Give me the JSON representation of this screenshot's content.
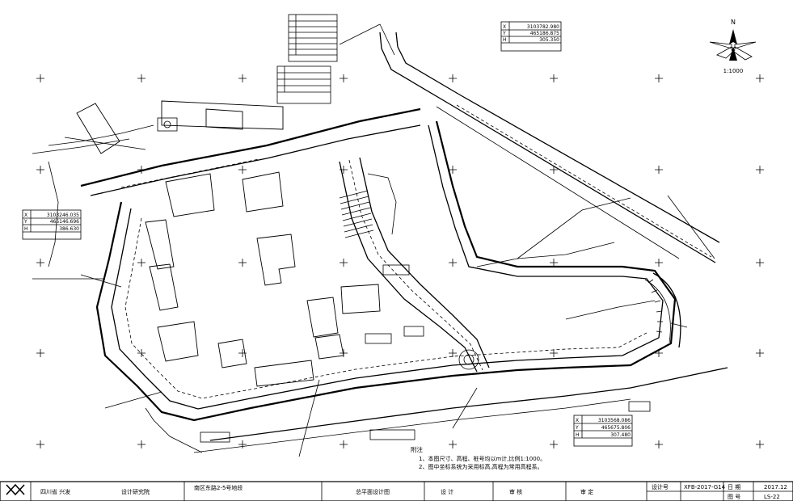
{
  "north": {
    "label": "N",
    "scale": "1:1000"
  },
  "coord_tables": [
    {
      "rows": [
        [
          "X",
          "3103782.980"
        ],
        [
          "Y",
          "465186.875"
        ],
        [
          "H",
          "305.350"
        ]
      ]
    },
    {
      "rows": [
        [
          "X",
          "3103246.035"
        ],
        [
          "Y",
          "465146.696"
        ],
        [
          "H",
          "386.630"
        ]
      ]
    },
    {
      "rows": [
        [
          "X",
          "3103568.086"
        ],
        [
          "Y",
          "465675.806"
        ],
        [
          "H",
          "307.480"
        ]
      ]
    }
  ],
  "notes": {
    "title": "附注",
    "lines": [
      "1、本图尺寸、高程、桩号均以m计,比例1:1000。",
      "2、图中坐标系统为采用标高,高程为常用高程系。"
    ]
  },
  "title_block": {
    "province": "四川省 兴发",
    "design_institute": "设计研究院",
    "project": "南区东路2-5号地段",
    "drawing_title": "总平面设计图",
    "drawing_no_label": "设计号",
    "drawing_no": "XFB-2017-G14",
    "date_label": "日 期",
    "date": "2017.12",
    "sheet_label": "图 号",
    "sheet": "LS-22",
    "sign_labels": [
      "设 计",
      "审 核",
      "审 定"
    ]
  }
}
